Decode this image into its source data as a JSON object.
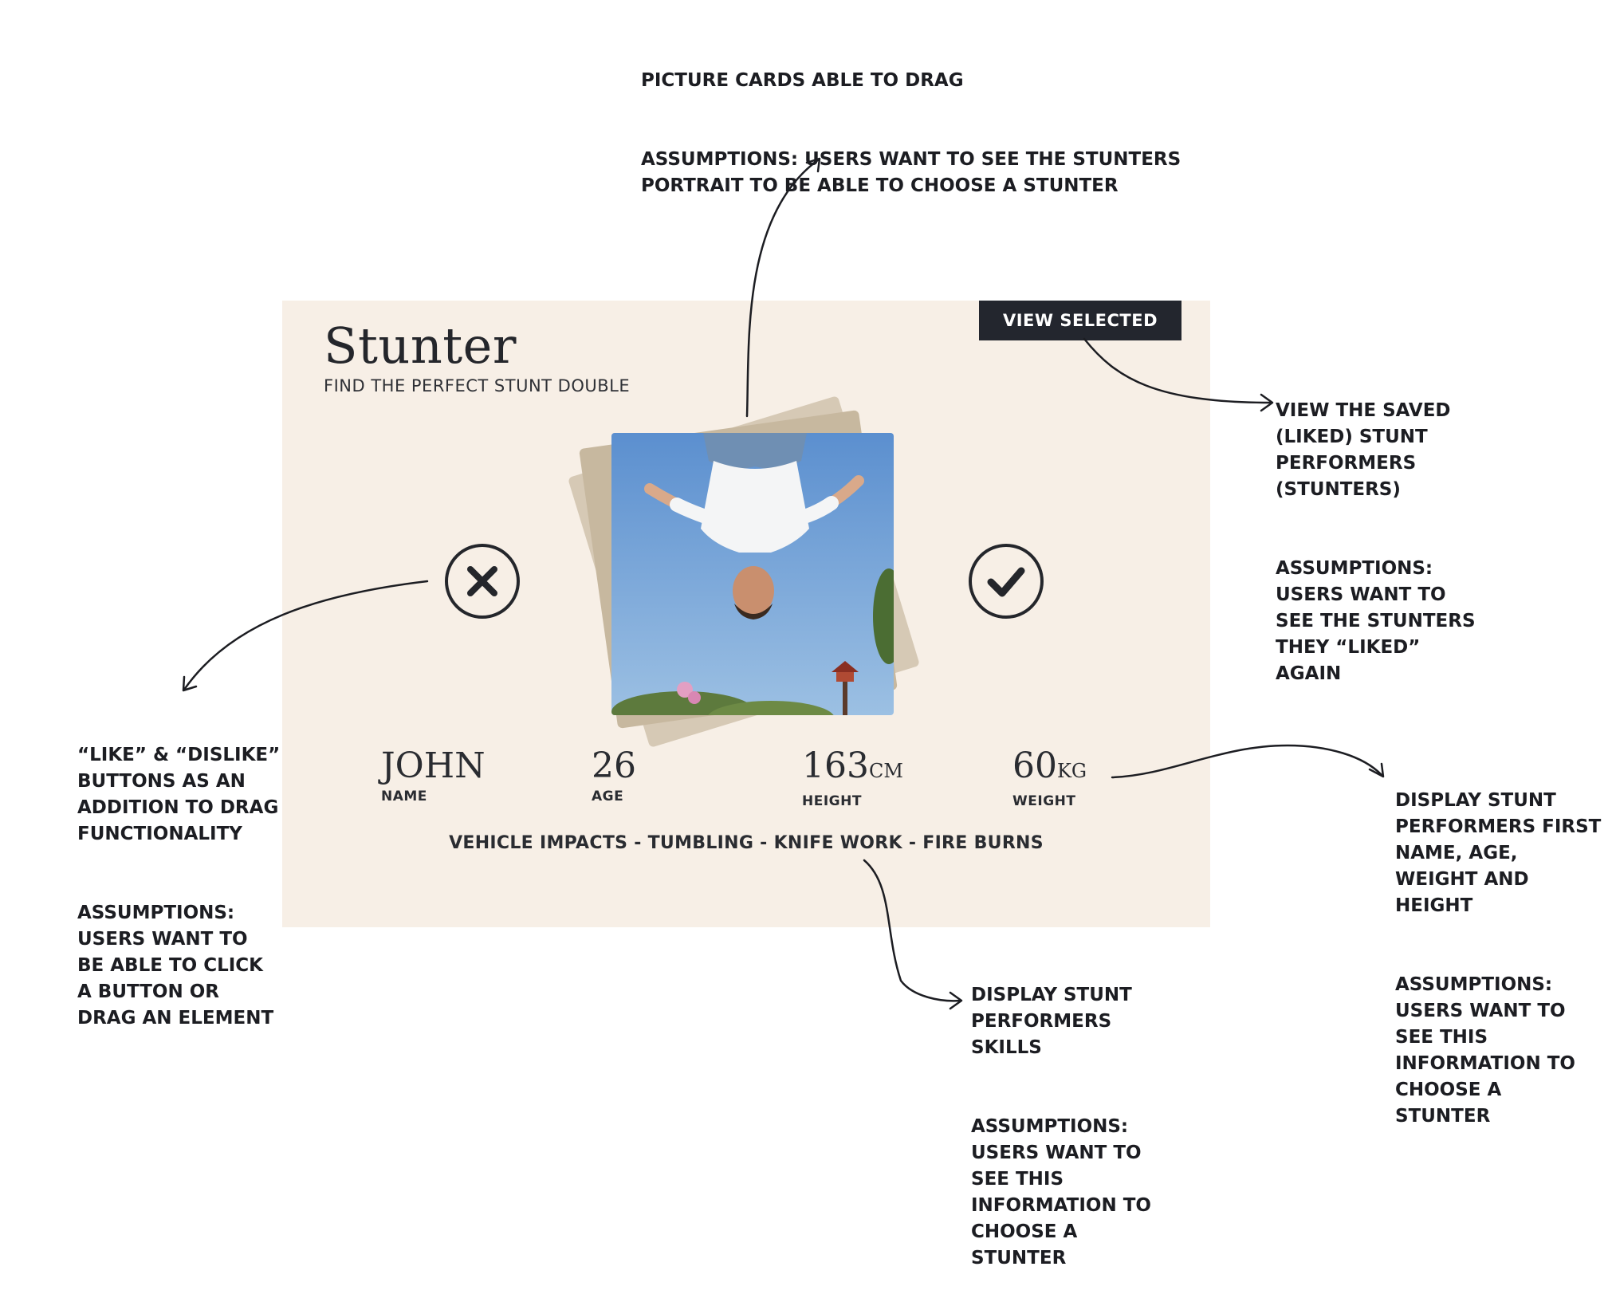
{
  "app": {
    "title": "Stunter",
    "subtitle": "FIND THE PERFECT STUNT DOUBLE",
    "view_selected_label": "VIEW SELECTED"
  },
  "profile": {
    "name": "JOHN",
    "name_label": "NAME",
    "age": "26",
    "age_label": "AGE",
    "height_value": "163",
    "height_unit": "CM",
    "height_label": "HEIGHT",
    "weight_value": "60",
    "weight_unit": "KG",
    "weight_label": "WEIGHT",
    "skills": "VEHICLE IMPACTS - TUMBLING - KNIFE WORK - FIRE BURNS"
  },
  "annotations": {
    "drag": [
      "PICTURE CARDS ABLE TO DRAG",
      "ASSUMPTIONS: USERS WANT TO SEE THE STUNTERS\nPORTRAIT TO BE ABLE TO CHOOSE A STUNTER"
    ],
    "view_selected": [
      "VIEW THE SAVED\n(LIKED) STUNT\nPERFORMERS\n(STUNTERS)",
      "ASSUMPTIONS:\nUSERS WANT TO\nSEE THE STUNTERS\nTHEY “LIKED”\nAGAIN"
    ],
    "buttons": [
      "“LIKE” & “DISLIKE”\nBUTTONS AS AN\nADDITION TO DRAG\nFUNCTIONALITY",
      "ASSUMPTIONS:\nUSERS WANT TO\nBE ABLE TO CLICK\nA BUTTON OR\nDRAG AN ELEMENT"
    ],
    "info": [
      "DISPLAY STUNT\nPERFORMERS FIRST\nNAME, AGE,\nWEIGHT AND\nHEIGHT",
      "ASSUMPTIONS:\nUSERS WANT TO\nSEE THIS\nINFORMATION TO\nCHOOSE A\nSTUNTER"
    ],
    "skills": [
      "DISPLAY STUNT\nPERFORMERS\nSKILLS",
      "ASSUMPTIONS:\nUSERS WANT TO\nSEE THIS\nINFORMATION TO\nCHOOSE A\nSTUNTER"
    ]
  },
  "colors": {
    "panel_bg": "#f7efe6",
    "button_dark": "#23262e",
    "card_back": "#c7b89f",
    "sky": "#7ea9d6"
  },
  "icons": {
    "dislike": "close-icon",
    "like": "checkmark-icon"
  }
}
